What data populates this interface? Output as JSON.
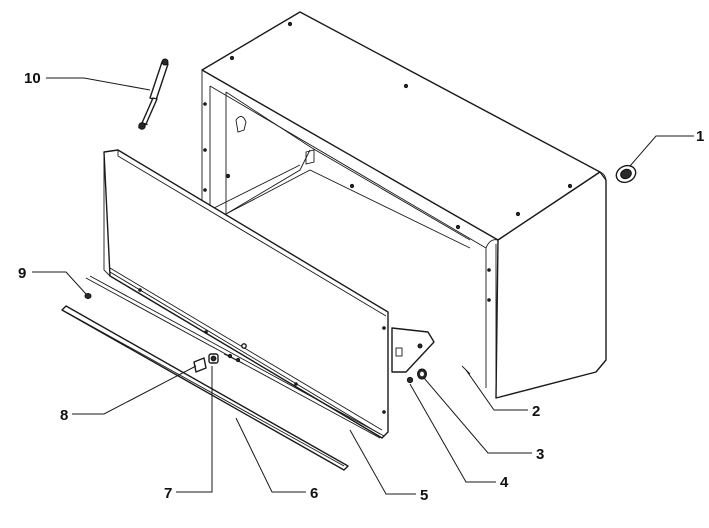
{
  "diagram": {
    "callouts": [
      {
        "id": "1",
        "label": "1"
      },
      {
        "id": "2",
        "label": "2"
      },
      {
        "id": "3",
        "label": "3"
      },
      {
        "id": "4",
        "label": "4"
      },
      {
        "id": "5",
        "label": "5"
      },
      {
        "id": "6",
        "label": "6"
      },
      {
        "id": "7",
        "label": "7"
      },
      {
        "id": "8",
        "label": "8"
      },
      {
        "id": "9",
        "label": "9"
      },
      {
        "id": "10",
        "label": "10"
      }
    ]
  },
  "colors": {
    "line": "#1a1a1a",
    "background": "#ffffff",
    "part_dark": "#2a2a2a"
  }
}
